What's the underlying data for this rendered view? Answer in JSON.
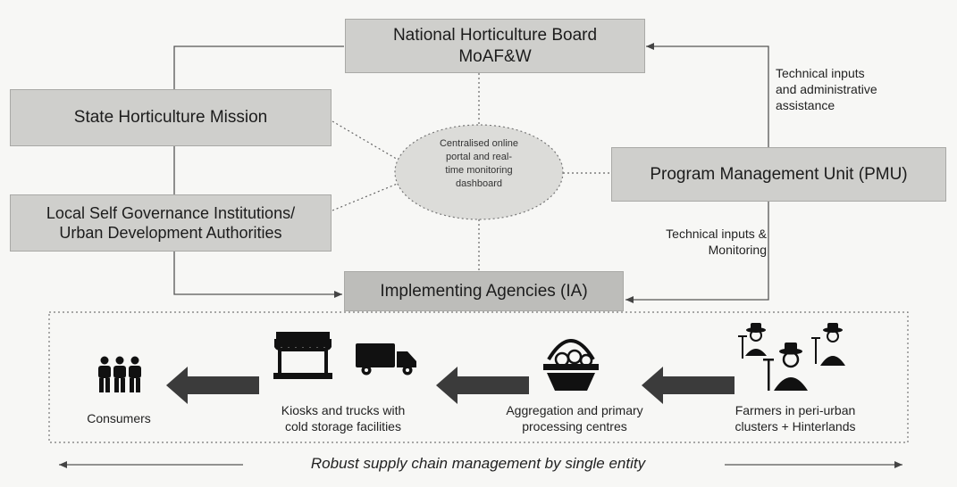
{
  "nodes": {
    "nhb": [
      "National Horticulture Board",
      "MoAF&W"
    ],
    "shm": "State Horticulture Mission",
    "lsg": [
      "Local Self Governance Institutions/",
      "Urban Development Authorities"
    ],
    "portal": [
      "Centralised online",
      "portal and real-",
      "time monitoring",
      "dashboard"
    ],
    "pmu": "Program Management Unit (PMU)",
    "ia": "Implementing Agencies (IA)"
  },
  "notes": {
    "pmu_to_nhb": [
      "Technical inputs",
      "and administrative",
      "assistance"
    ],
    "pmu_to_ia": [
      "Technical inputs &",
      "Monitoring"
    ]
  },
  "chain": {
    "farmers": [
      "Farmers in  peri-urban",
      "clusters + Hinterlands"
    ],
    "aggregation": [
      "Aggregation and primary",
      "processing  centres"
    ],
    "kiosks": [
      "Kiosks and trucks with",
      "cold storage facilities"
    ],
    "consumers": "Consumers"
  },
  "footer": "Robust supply chain management by single entity",
  "colors": {
    "box_fill": "#cfcfcc",
    "arrow_fill": "#3b3b3b",
    "line": "#555555",
    "icon": "#111111"
  }
}
